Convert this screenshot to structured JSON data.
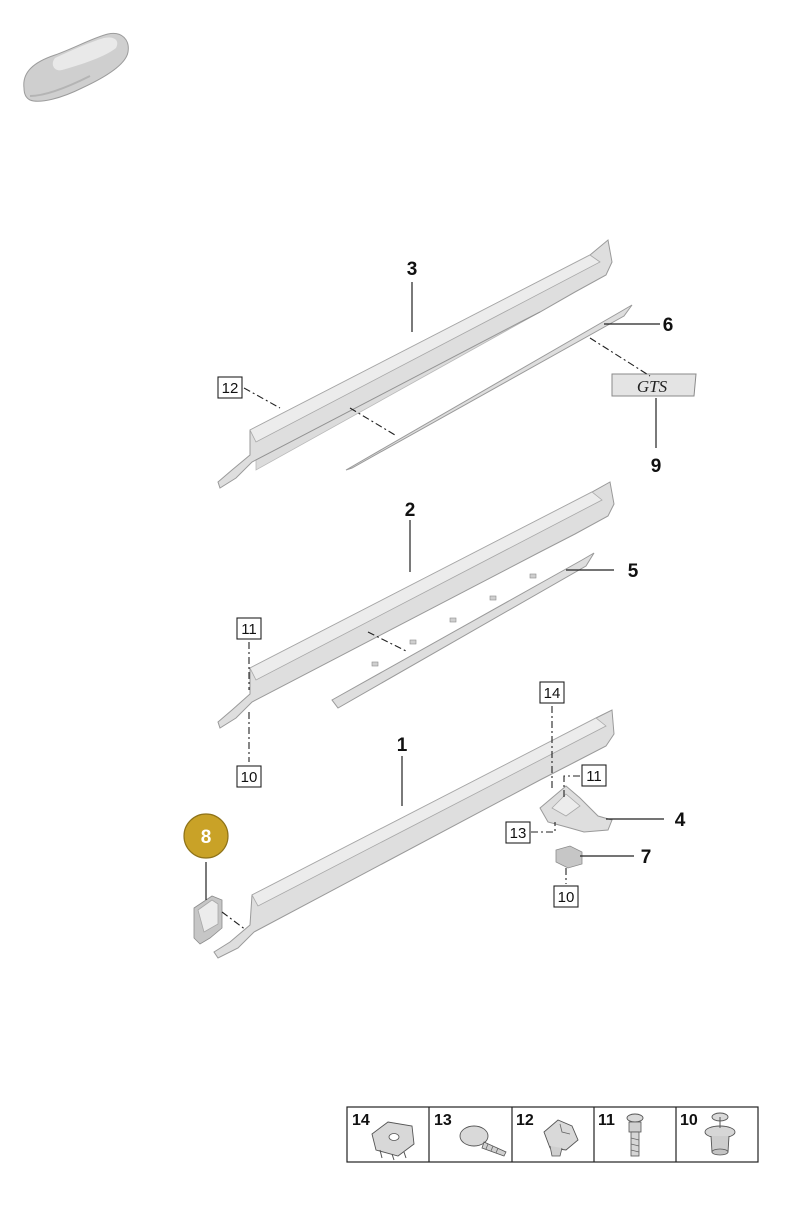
{
  "callouts": {
    "p1": "1",
    "p2": "2",
    "p3": "3",
    "p4": "4",
    "p5": "5",
    "p6": "6",
    "p7": "7",
    "p8": "8",
    "p9": "9"
  },
  "boxes": {
    "b12": "12",
    "b11a": "11",
    "b10a": "10",
    "b14": "14",
    "b11b": "11",
    "b13": "13",
    "b10b": "10"
  },
  "badge_text": "GTS",
  "highlight_color": "#c9a227",
  "fastener_table": {
    "cells": [
      {
        "number": "14",
        "icon": "clip-nut-icon"
      },
      {
        "number": "13",
        "icon": "screw-icon"
      },
      {
        "number": "12",
        "icon": "clip-icon"
      },
      {
        "number": "11",
        "icon": "bolt-icon"
      },
      {
        "number": "10",
        "icon": "rivet-icon"
      }
    ]
  }
}
